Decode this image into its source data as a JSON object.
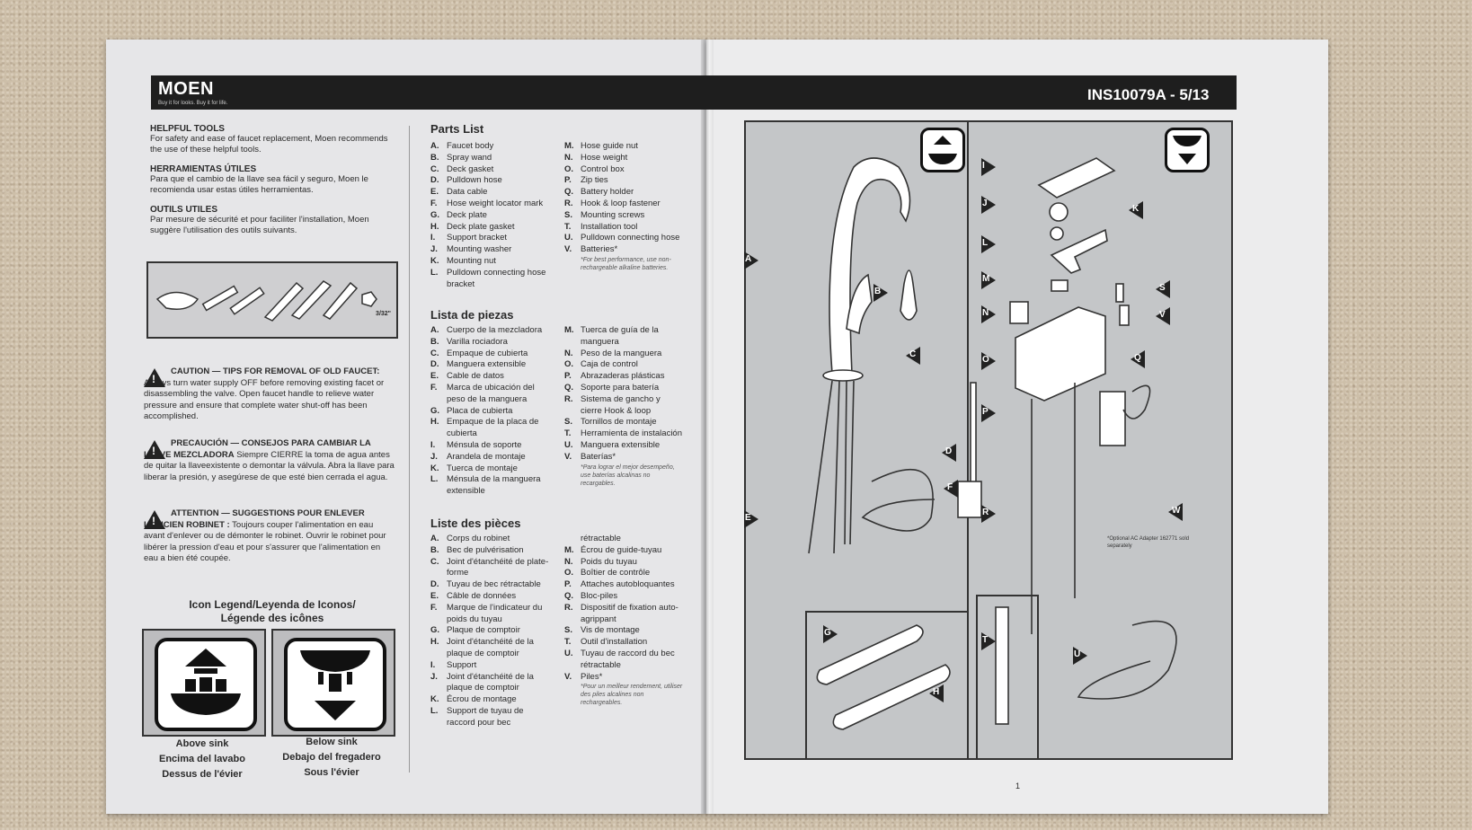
{
  "brand": {
    "name": "MOEN",
    "tagline": "Buy it for looks. Buy it for life."
  },
  "doc_number": "INS10079A - 5/13",
  "tools": {
    "sections": [
      {
        "title": "HELPFUL TOOLS",
        "text": "For safety and ease of faucet replacement, Moen recommends the use of these helpful tools."
      },
      {
        "title": "HERRAMIENTAS ÚTILES",
        "text": "Para que el cambio de la llave sea fácil y seguro, Moen le recomienda usar estas útiles herramientas."
      },
      {
        "title": "OUTILS UTILES",
        "text": "Par mesure de sécurité et pour faciliter l'installation, Moen suggère l'utilisation des outils suivants."
      }
    ],
    "size_label": "3/32\""
  },
  "warnings": [
    {
      "title": "CAUTION — TIPS FOR REMOVAL OF OLD FAUCET:",
      "text": "Always turn water supply OFF before removing existing facet or disassembling the valve. Open faucet handle to relieve water pressure and ensure that complete water shut-off has been accomplished."
    },
    {
      "title": "PRECAUCIÓN — CONSEJOS PARA CAMBIAR LA LLAVE MEZCLADORA",
      "text": "Siempre CIERRE la toma de agua antes de quitar la llaveexistente o demontar la válvula. Abra la llave para liberar la presión, y asegúrese de que esté bien cerrada el agua."
    },
    {
      "title": "ATTENTION — SUGGESTIONS POUR ENLEVER L'ANCIEN ROBINET :",
      "text": "Toujours couper l'alimentation en eau avant d'enlever ou de démonter le robinet. Ouvrir le robinet pour libérer la pression d'eau et pour s'assurer que l'alimentation en eau a bien été coupée."
    }
  ],
  "legend": {
    "title": "Icon Legend/Leyenda de Iconos/ Légende des icônes",
    "above": [
      "Above sink",
      "Encima del lavabo",
      "Dessus de l'évier"
    ],
    "below": [
      "Below sink",
      "Debajo del fregadero",
      "Sous l'évier"
    ]
  },
  "parts_en": {
    "title": "Parts List",
    "col1": [
      {
        "k": "A.",
        "v": "Faucet body"
      },
      {
        "k": "B.",
        "v": "Spray wand"
      },
      {
        "k": "C.",
        "v": "Deck gasket"
      },
      {
        "k": "D.",
        "v": "Pulldown hose"
      },
      {
        "k": "E.",
        "v": "Data cable"
      },
      {
        "k": "F.",
        "v": "Hose weight locator mark"
      },
      {
        "k": "G.",
        "v": "Deck plate"
      },
      {
        "k": "H.",
        "v": "Deck plate gasket"
      },
      {
        "k": "I.",
        "v": "Support bracket"
      },
      {
        "k": "J.",
        "v": "Mounting washer"
      },
      {
        "k": "K.",
        "v": "Mounting nut"
      },
      {
        "k": "L.",
        "v": "Pulldown connecting hose bracket"
      }
    ],
    "col2": [
      {
        "k": "M.",
        "v": "Hose guide nut"
      },
      {
        "k": "N.",
        "v": "Hose weight"
      },
      {
        "k": "O.",
        "v": "Control box"
      },
      {
        "k": "P.",
        "v": "Zip ties"
      },
      {
        "k": "Q.",
        "v": "Battery holder"
      },
      {
        "k": "R.",
        "v": "Hook & loop fastener"
      },
      {
        "k": "S.",
        "v": "Mounting screws"
      },
      {
        "k": "T.",
        "v": "Installation tool"
      },
      {
        "k": "U.",
        "v": "Pulldown connecting hose"
      },
      {
        "k": "V.",
        "v": "Batteries*"
      }
    ],
    "note": "*For best performance, use non-rechargeable alkaline batteries."
  },
  "parts_es": {
    "title": "Lista de piezas",
    "col1": [
      {
        "k": "A.",
        "v": "Cuerpo de la mezcladora"
      },
      {
        "k": "B.",
        "v": "Varilla rociadora"
      },
      {
        "k": "C.",
        "v": "Empaque de cubierta"
      },
      {
        "k": "D.",
        "v": "Manguera extensible"
      },
      {
        "k": "E.",
        "v": "Cable de datos"
      },
      {
        "k": "F.",
        "v": "Marca de ubicación del peso de la manguera"
      },
      {
        "k": "G.",
        "v": "Placa de cubierta"
      },
      {
        "k": "H.",
        "v": "Empaque de la placa de cubierta"
      },
      {
        "k": "I.",
        "v": "Ménsula de soporte"
      },
      {
        "k": "J.",
        "v": "Arandela de montaje"
      },
      {
        "k": "K.",
        "v": "Tuerca de montaje"
      },
      {
        "k": "L.",
        "v": "Ménsula de la manguera extensible"
      }
    ],
    "col2": [
      {
        "k": "M.",
        "v": "Tuerca de guía de la manguera"
      },
      {
        "k": "N.",
        "v": "Peso de la manguera"
      },
      {
        "k": "O.",
        "v": "Caja de control"
      },
      {
        "k": "P.",
        "v": "Abrazaderas plásticas"
      },
      {
        "k": "Q.",
        "v": "Soporte para batería"
      },
      {
        "k": "R.",
        "v": "Sistema de gancho y cierre Hook & loop"
      },
      {
        "k": "S.",
        "v": "Tornillos de montaje"
      },
      {
        "k": "T.",
        "v": "Herramienta de instalación"
      },
      {
        "k": "U.",
        "v": "Manguera extensible"
      },
      {
        "k": "V.",
        "v": "Baterías*"
      }
    ],
    "note": "*Para lograr el mejor desempeño, use baterías alcalinas no recargables."
  },
  "parts_fr": {
    "title": "Liste des pièces",
    "col1": [
      {
        "k": "A.",
        "v": "Corps du robinet"
      },
      {
        "k": "B.",
        "v": "Bec de pulvérisation"
      },
      {
        "k": "C.",
        "v": "Joint d'étanchéité de plate-forme"
      },
      {
        "k": "D.",
        "v": "Tuyau de bec rétractable"
      },
      {
        "k": "E.",
        "v": "Câble de données"
      },
      {
        "k": "F.",
        "v": "Marque de l'indicateur du poids du tuyau"
      },
      {
        "k": "G.",
        "v": "Plaque de comptoir"
      },
      {
        "k": "H.",
        "v": "Joint d'étanchéité de la plaque de comptoir"
      },
      {
        "k": "I.",
        "v": "Support"
      },
      {
        "k": "J.",
        "v": "Joint d'étanchéité de la plaque de comptoir"
      },
      {
        "k": "K.",
        "v": "Écrou de montage"
      },
      {
        "k": "L.",
        "v": "Support de tuyau de raccord pour bec"
      }
    ],
    "col2": [
      {
        "k": "",
        "v": "rétractable"
      },
      {
        "k": "M.",
        "v": "Écrou de guide-tuyau"
      },
      {
        "k": "N.",
        "v": "Poids du tuyau"
      },
      {
        "k": "O.",
        "v": "Boîtier de contrôle"
      },
      {
        "k": "P.",
        "v": "Attaches autobloquantes"
      },
      {
        "k": "Q.",
        "v": "Bloc-piles"
      },
      {
        "k": "R.",
        "v": "Dispositif de fixation auto-agrippant"
      },
      {
        "k": "S.",
        "v": "Vis de montage"
      },
      {
        "k": "T.",
        "v": "Outil d'installation"
      },
      {
        "k": "U.",
        "v": "Tuyau de raccord du bec rétractable"
      },
      {
        "k": "V.",
        "v": "Piles*"
      }
    ],
    "note": "*Pour un meilleur rendement, utiliser des piles alcalines non rechargeables."
  },
  "diagram": {
    "labels_left": [
      "A",
      "B",
      "C",
      "D",
      "E",
      "F",
      "G",
      "H"
    ],
    "labels_right": [
      "I",
      "J",
      "K",
      "L",
      "M",
      "N",
      "O",
      "P",
      "Q",
      "R",
      "S",
      "T",
      "U",
      "V",
      "W"
    ],
    "footnote": "*Optional AC Adapter 162771 sold separately"
  },
  "page_number": "1"
}
